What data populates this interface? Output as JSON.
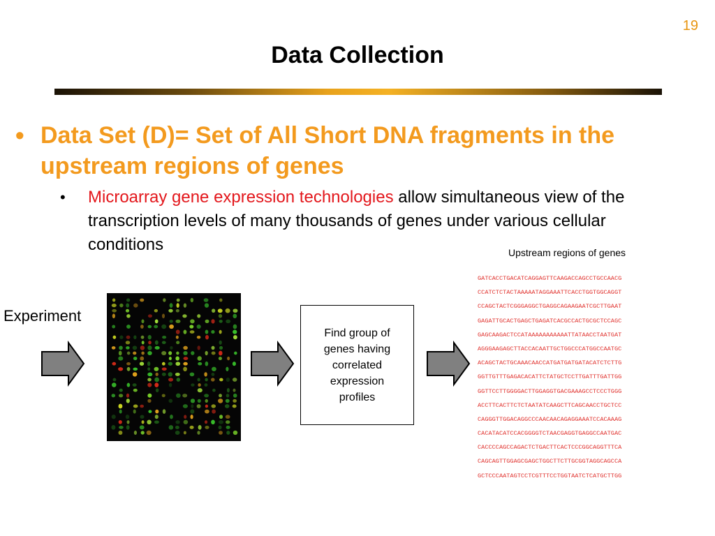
{
  "slide": {
    "number": "19",
    "title": "Data Collection"
  },
  "bullets": {
    "level1": {
      "text": "Data Set (D)= Set of All Short DNA fragments in the upstream regions of genes"
    },
    "level2": {
      "highlight": "Microarray gene expression technologies",
      "rest": " allow simultaneous view of the transcription levels of many thousands of genes under various cellular conditions"
    }
  },
  "diagram": {
    "experiment_label": "Experiment",
    "process_box": "Find group of genes having correlated expression profiles",
    "upstream_caption": "Upstream regions of genes",
    "sequences": [
      "GATCACCTGACATCAGGAGTTCAAGACCAGCCTGCCAACG",
      "CCATCTCTACTAAAAATAGGAAATTCACCTGGTGGCAGGT",
      "CCAGCTACTCGGGAGGCTGAGGCAGAAGAATCGCTTGAAT",
      "GAGATTGCACTGAGCTGAGATCACGCCACTGCGCTCCAGC",
      "GAGCAAGACTCCATAAAAAAAAAAATTATAACCTAATGAT",
      "AGGGAAGAGCTTACCACAATTGCTGGCCCATGGCCAATGC",
      "ACAGCTACTGCAAACAACCATGATGATGATACATCTCTTG",
      "GGTTGTTTGAGACACATTCTATGCTCCTTGATTTGATTGG",
      "GGTTCCTTGGGGACTTGGAGGTGACGAAAGCCTCCCTGGG",
      "ACCTTCACTTCTCTAATATCAAGCTTCAGCAACCTGCTCC",
      "CAGGGTTGGACAGGCCCAACAACAGAGGAAATCCACAAAG",
      "CACATACATCCACGGGGTCTAACGAGGTGAGGCCAATGAC",
      "CACCCCAGCCAGACTCTGACTTCACTCCCGGCAGGTTTCA",
      "CAGCAGTTGGAGCGAGCTGGCTTCTTGCGGTAGGCAGCCA",
      "GCTCCCAATAGTCCTCGTTTCCTGGTAATCTCATGCTTGG"
    ]
  },
  "colors": {
    "accent_orange": "#f39a1e",
    "highlight_red": "#e3171c",
    "sequence_red": "#e0302c",
    "arrow_fill": "#808080"
  },
  "icons": {
    "arrow": "block-arrow-right-icon",
    "microarray": "microarray-image"
  }
}
